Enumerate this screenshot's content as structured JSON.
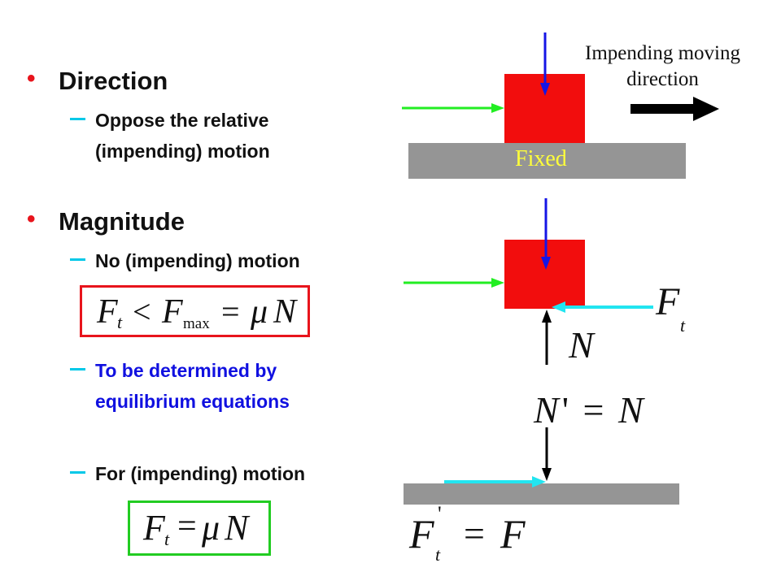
{
  "left": {
    "bullet1": {
      "heading": "Direction",
      "sub1": {
        "line1": "Oppose the relative",
        "line2": "(impending) motion"
      }
    },
    "bullet2": {
      "heading": "Magnitude",
      "sub1": "No (impending) motion",
      "sub2": {
        "line1": "To be determined by",
        "line2": "equilibrium equations"
      },
      "sub3": "For (impending) motion"
    },
    "formula1": {
      "F": "F",
      "t": "t",
      "lt": "<",
      "Fmax_F": "F",
      "max": "max",
      "eq": "=",
      "mu": "μ",
      "N": "N"
    },
    "formula2": {
      "F": "F",
      "t": "t",
      "eq": "=",
      "mu": "μ",
      "N": "N"
    }
  },
  "diagram": {
    "top": {
      "caption_line1": "Impending moving",
      "caption_line2": "direction",
      "ground_label": "Fixed"
    },
    "middle": {
      "Ft_F": "F",
      "Ft_t": "t",
      "N": "N"
    },
    "bottom": {
      "Nprime_N": "N",
      "Nprime_prime": "'",
      "Nprime_eq": "=",
      "Nprime_rhs": "N",
      "Fprime_F": "F",
      "Fprime_t": "t",
      "Fprime_prime": "'",
      "Fprime_eq": "=",
      "Fprime_rhs": "F"
    }
  },
  "colors": {
    "red": "#f20d0d",
    "gray": "#959595",
    "green": "#22ee22",
    "blue": "#1515e6",
    "cyan": "#22e5f0",
    "black": "#000000",
    "yellow": "#ffff3a"
  }
}
